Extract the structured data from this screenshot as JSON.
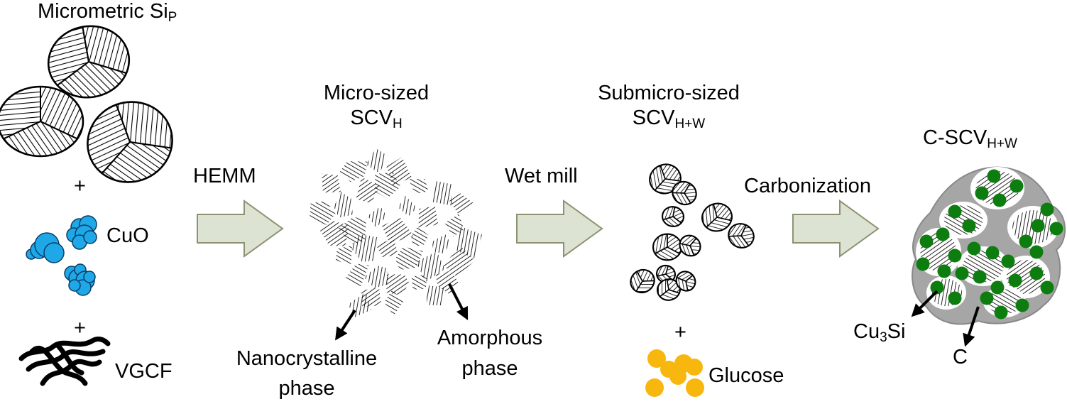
{
  "colors": {
    "cuo": "#1fa8e8",
    "glucose": "#f7b70f",
    "carbon_dot": "#0d7d0f",
    "carbon_matrix": "#a6a6a6",
    "arrow_fill": "#dde3d2",
    "arrow_stroke": "#8c9270"
  },
  "labels": {
    "sip_main": "Micrometric Si",
    "sip_sub": "P",
    "plus1": "+",
    "cuo": "CuO",
    "plus2": "+",
    "vgcf": "VGCF",
    "hemm": "HEMM",
    "scvh_line1": "Micro-sized",
    "scvh_main": "SCV",
    "scvh_sub": "H",
    "nano_line1": "Nanocrystalline",
    "nano_line2": "phase",
    "amor_line1": "Amorphous",
    "amor_line2": "phase",
    "wetmill": "Wet mill",
    "scvhw_line1": "Submicro-sized",
    "scvhw_main": "SCV",
    "scvhw_sub": "H+W",
    "plus3": "+",
    "glucose": "Glucose",
    "carbonization": "Carbonization",
    "cscv_main": "C-SCV",
    "cscv_sub": "H+W",
    "cu3si_a": "Cu",
    "cu3si_sub": "3",
    "cu3si_b": "Si",
    "c": "C"
  }
}
